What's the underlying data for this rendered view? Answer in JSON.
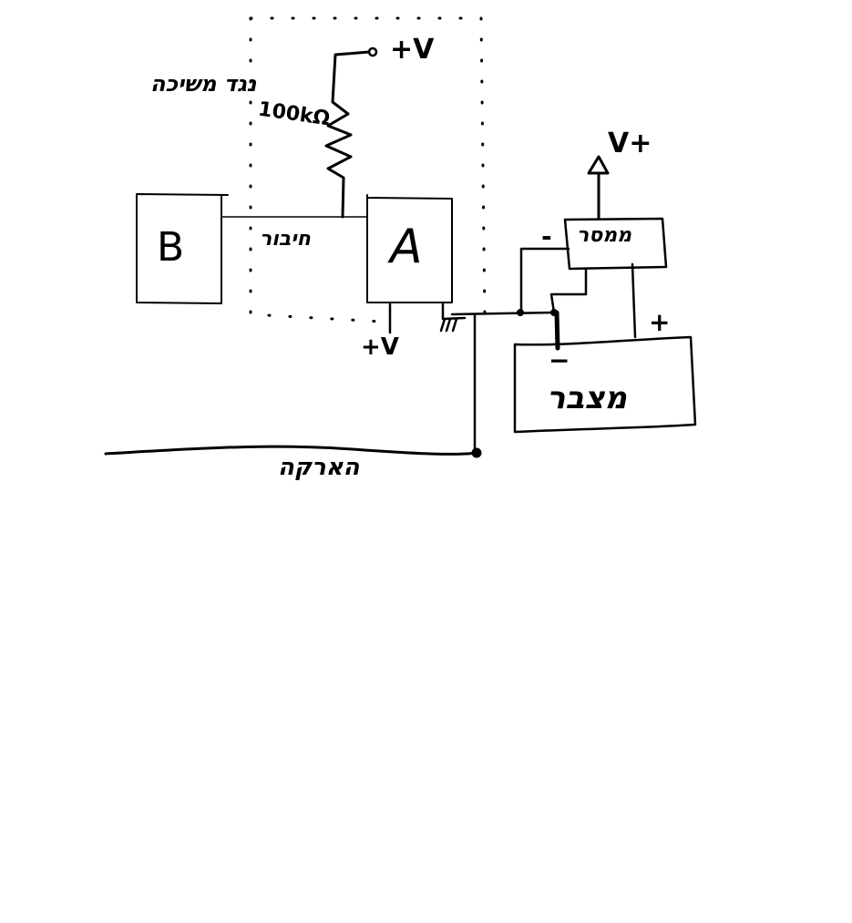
{
  "diagram": {
    "labels": {
      "supply_top": "+V",
      "resistor_value": "100kΩ",
      "pullup_note": "נגד משיכה",
      "block_b": "B",
      "block_a": "A",
      "link_note": "חיבור",
      "supply_a": "+V",
      "supply_right": "V+",
      "regulator": "ממסר",
      "regulator_minus": "-",
      "battery_plus": "+",
      "battery_minus": "−",
      "battery": "מצבר",
      "ground_wire": "הארקה"
    },
    "stroke_color": "#000000"
  }
}
